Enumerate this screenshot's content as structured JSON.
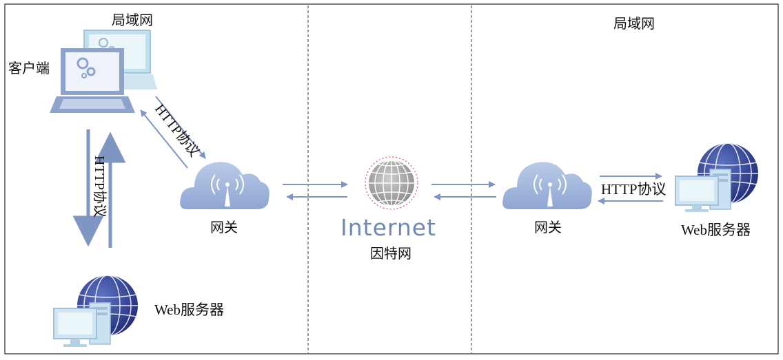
{
  "regions": {
    "left_lan_label": "局域网",
    "right_lan_label": "局域网"
  },
  "nodes": {
    "client_label": "客户端",
    "left_gateway_label": "网关",
    "internet_word": "Internet",
    "internet_label": "因特网",
    "right_gateway_label": "网关",
    "left_web_server_label": "Web服务器",
    "right_web_server_label": "Web服务器"
  },
  "links": {
    "client_gateway_protocol": "HTTP协议",
    "client_server_protocol": "HTTP协议",
    "gateway_server_protocol": "HTTP协议"
  },
  "colors": {
    "device_blue": "#8ea3cb",
    "device_light": "#bfe0ee",
    "cloud_blue": "#9fb5dc",
    "arrow_blue": "#7f95c2",
    "globe_blue": "#2f3f8f",
    "internet_text": "#6f88b4"
  }
}
